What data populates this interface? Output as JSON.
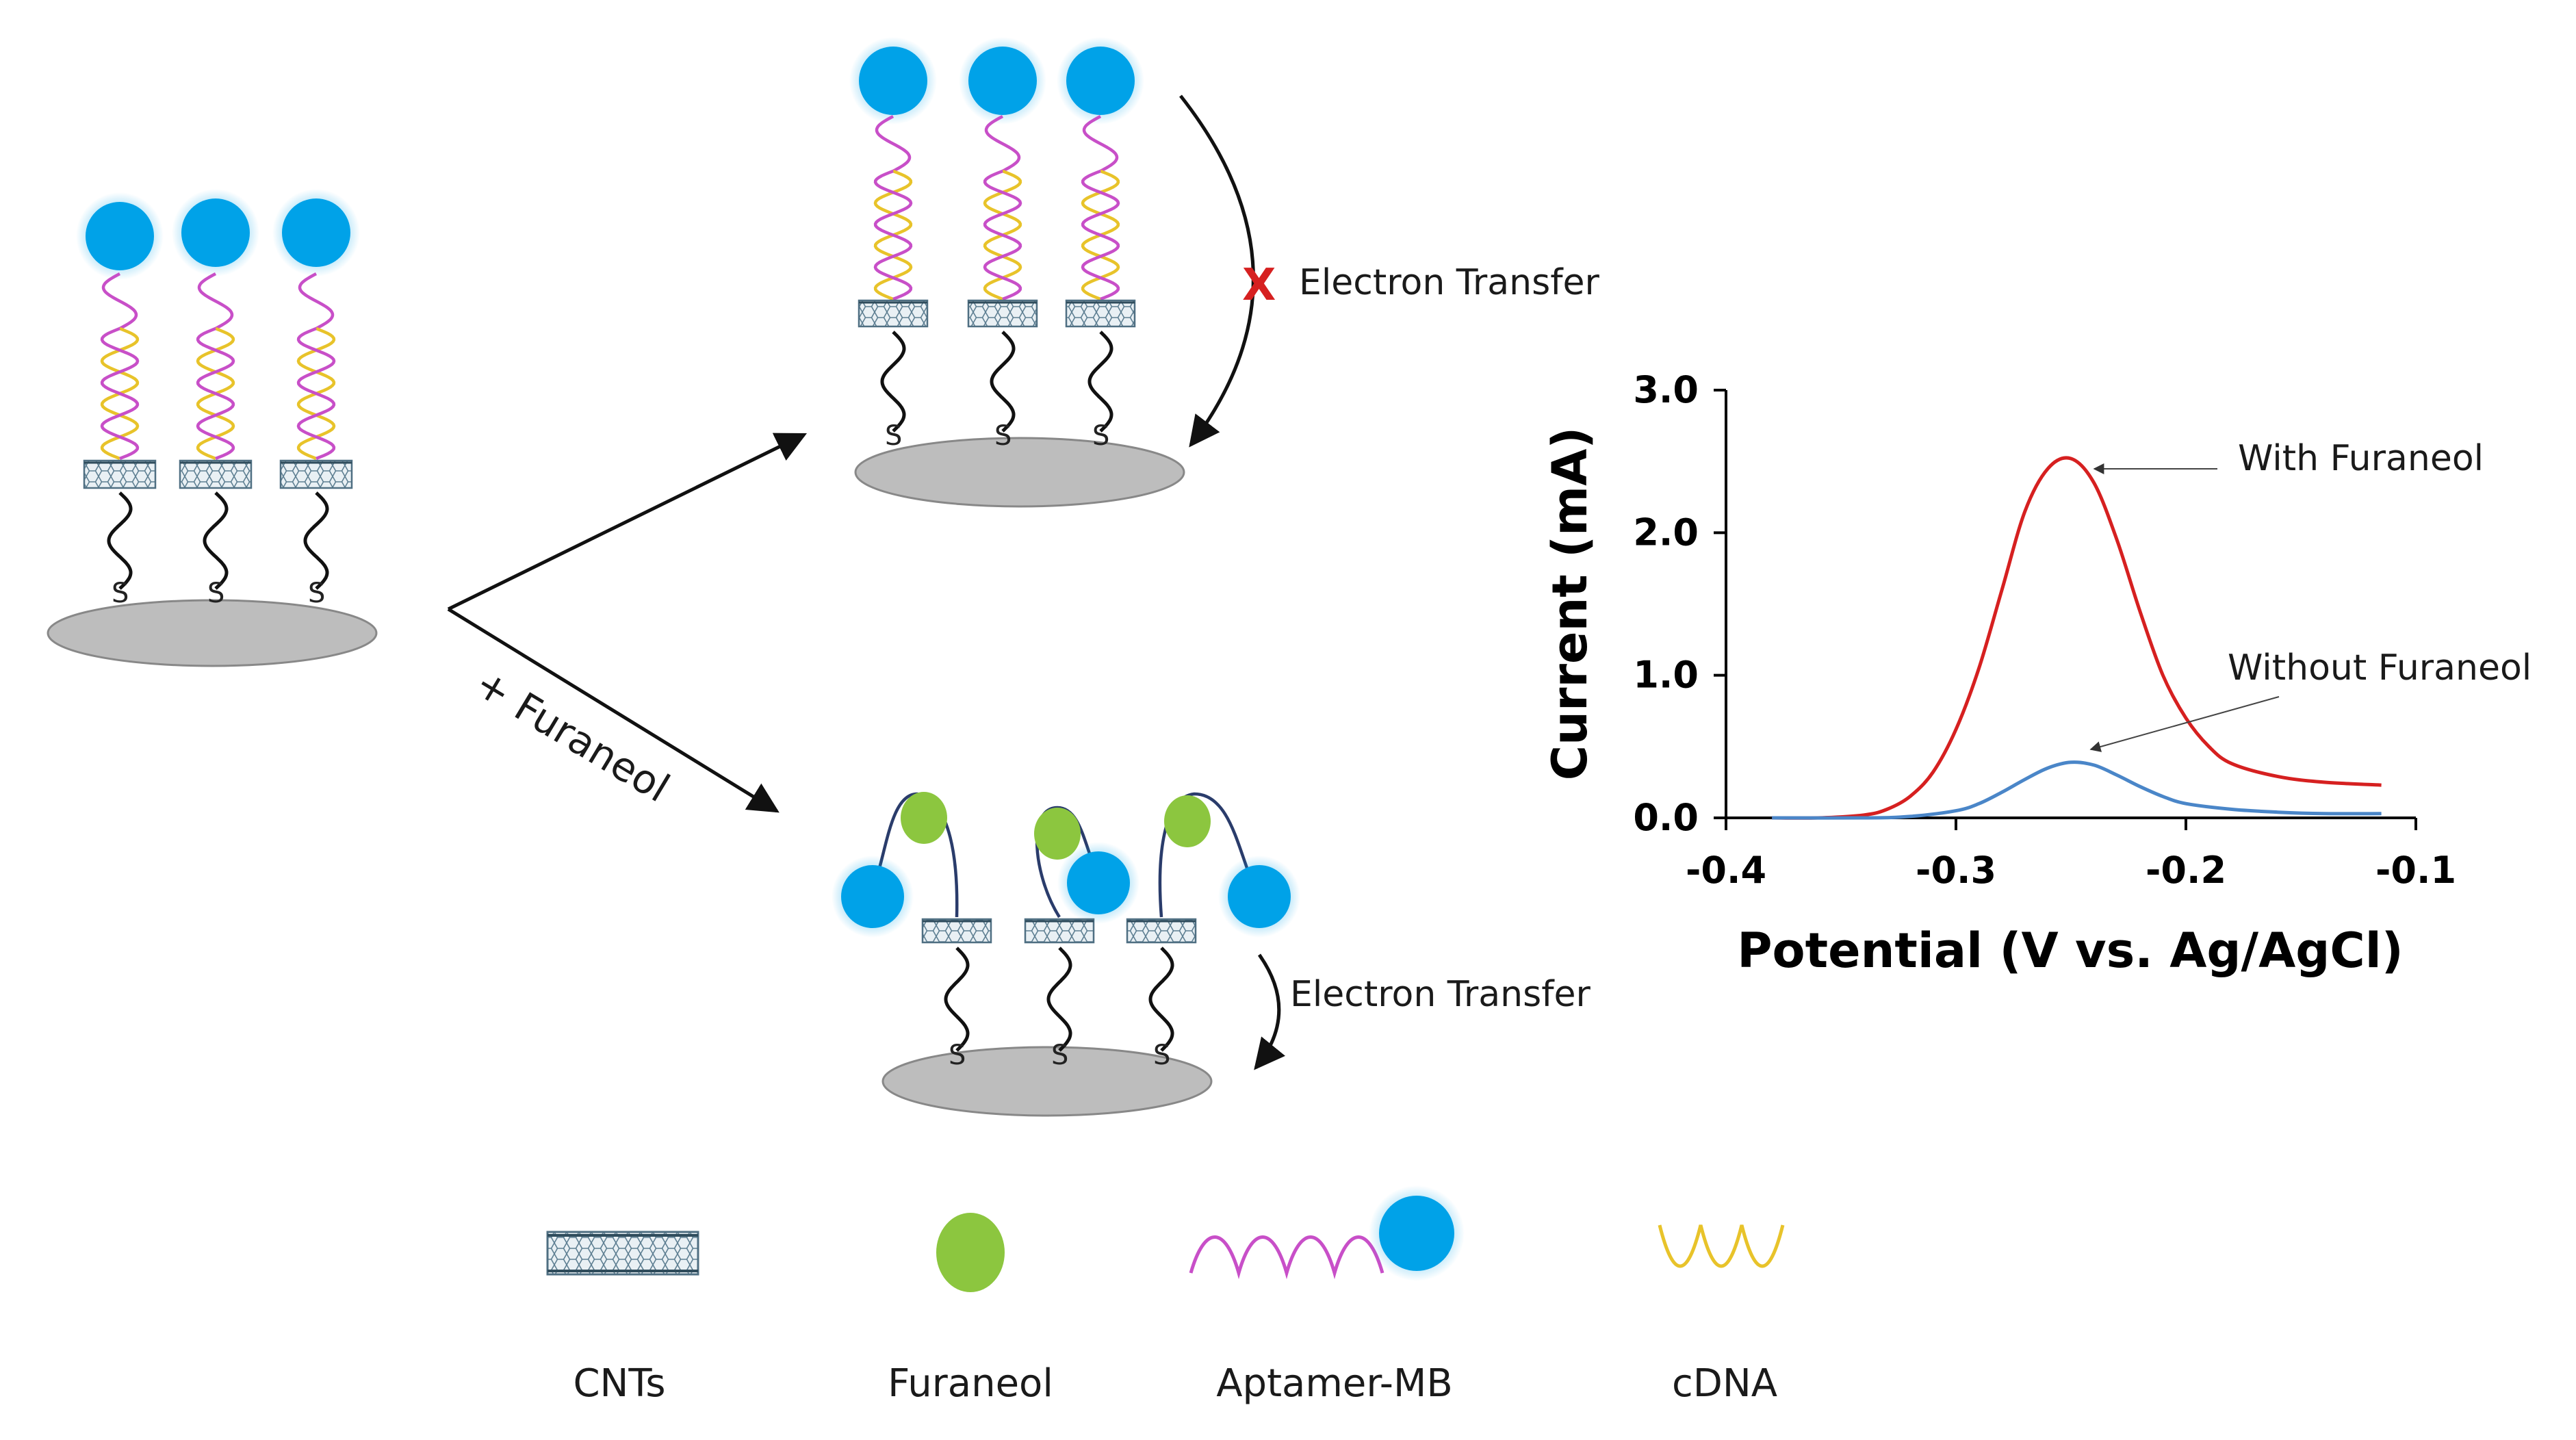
{
  "labels": {
    "electron_transfer_top": "Electron Transfer",
    "electron_transfer_bottom": "Electron Transfer",
    "plus_furaneol": "+ Furaneol",
    "blocked_mark": "X",
    "s": "S"
  },
  "legend": {
    "cnts": "CNTs",
    "furaneol": "Furaneol",
    "aptamer_mb": "Aptamer-MB",
    "cdna": "cDNA"
  },
  "colors": {
    "methylene_blue": "#00A2E8",
    "furaneol": "#8CC63F",
    "aptamer": "#C84FC8",
    "cdna": "#E8C32A",
    "electrode": "#BDBDBD",
    "with_curve": "#D62020",
    "without_curve": "#4A86C8"
  },
  "chart_data": {
    "type": "line",
    "xlabel": "Potential (V vs. Ag/AgCl)",
    "ylabel": "Current (mA)",
    "xlim": [
      -0.4,
      -0.1
    ],
    "ylim": [
      0,
      3.0
    ],
    "xticks": [
      "-0.4",
      "-0.3",
      "-0.2",
      "-0.1"
    ],
    "yticks": [
      "0.0",
      "1.0",
      "2.0",
      "3.0"
    ],
    "series": [
      {
        "name": "With Furaneol",
        "x": [
          -0.38,
          -0.36,
          -0.34,
          -0.33,
          -0.32,
          -0.31,
          -0.3,
          -0.29,
          -0.28,
          -0.27,
          -0.26,
          -0.25,
          -0.24,
          -0.23,
          -0.22,
          -0.21,
          -0.2,
          -0.19,
          -0.18,
          -0.16,
          -0.14,
          -0.115
        ],
        "values": [
          0.0,
          0.0,
          0.02,
          0.06,
          0.15,
          0.32,
          0.62,
          1.05,
          1.6,
          2.15,
          2.45,
          2.52,
          2.35,
          1.95,
          1.45,
          1.0,
          0.7,
          0.5,
          0.38,
          0.29,
          0.25,
          0.23
        ]
      },
      {
        "name": "Without Furaneol",
        "x": [
          -0.38,
          -0.34,
          -0.32,
          -0.3,
          -0.29,
          -0.28,
          -0.27,
          -0.26,
          -0.25,
          -0.24,
          -0.23,
          -0.22,
          -0.21,
          -0.2,
          -0.18,
          -0.16,
          -0.14,
          -0.115
        ],
        "values": [
          0.0,
          0.0,
          0.01,
          0.05,
          0.1,
          0.18,
          0.27,
          0.35,
          0.39,
          0.37,
          0.3,
          0.22,
          0.15,
          0.1,
          0.06,
          0.04,
          0.03,
          0.03
        ]
      }
    ]
  }
}
